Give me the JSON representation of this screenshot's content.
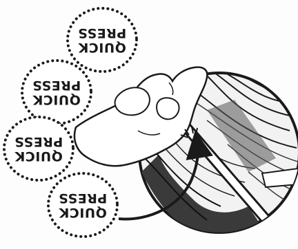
{
  "badges": [
    {
      "line1": "QUICK",
      "line2": "PRESS"
    },
    {
      "line1": "QUICK",
      "line2": "PRESS"
    },
    {
      "line1": "QUICK",
      "line2": "PRESS"
    },
    {
      "line1": "QUICK",
      "line2": "PRESS"
    }
  ],
  "colors": {
    "ink": "#1a1a1a",
    "background": "#ffffff",
    "magnifier_fill": "#f2f2f2",
    "skin": "#ffffff"
  },
  "illustration": {
    "subject": "finger pressing clip on hair strand inside magnifier circle",
    "orientation": "rotated-180"
  }
}
